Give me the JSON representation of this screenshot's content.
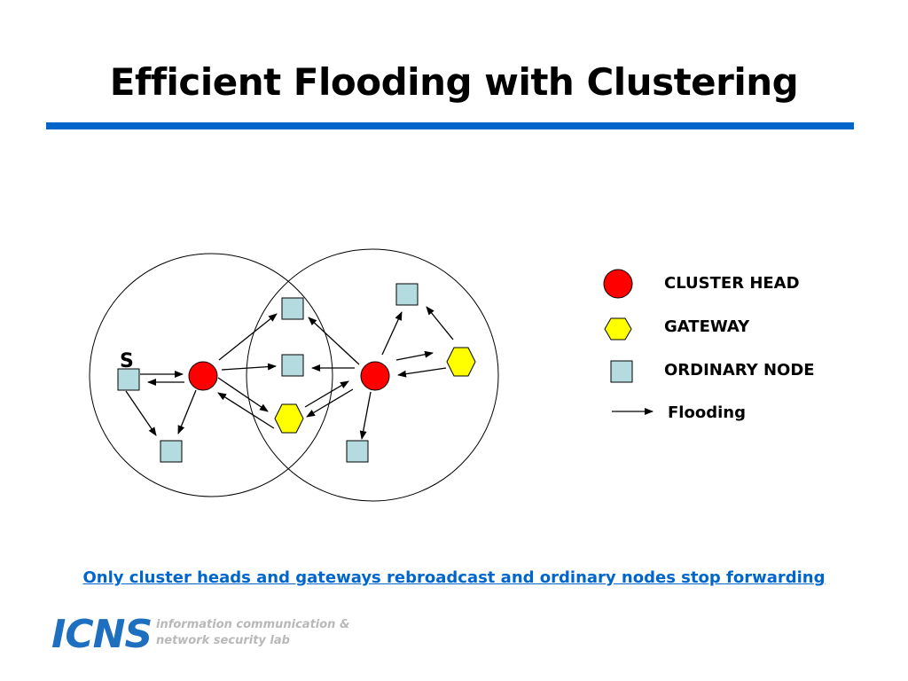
{
  "title": "Efficient Flooding with Clustering",
  "colors": {
    "rule": "#0066cc",
    "cluster_head": "#ff0000",
    "gateway": "#ffff00",
    "ordinary_node": "#b4dce0",
    "caption": "#0066cc",
    "logo": "#1e6fbf",
    "logo_text": "#b8b8b8"
  },
  "diagram": {
    "source_label": "S"
  },
  "legend": {
    "cluster_head": "CLUSTER HEAD",
    "gateway": "GATEWAY",
    "ordinary_node": "ORDINARY NODE",
    "flooding": "Flooding"
  },
  "caption": "Only cluster heads and gateways rebroadcast and ordinary nodes stop forwarding",
  "logo": {
    "mark": "ICNS",
    "line1": "information communication &",
    "line2": "network security lab"
  }
}
